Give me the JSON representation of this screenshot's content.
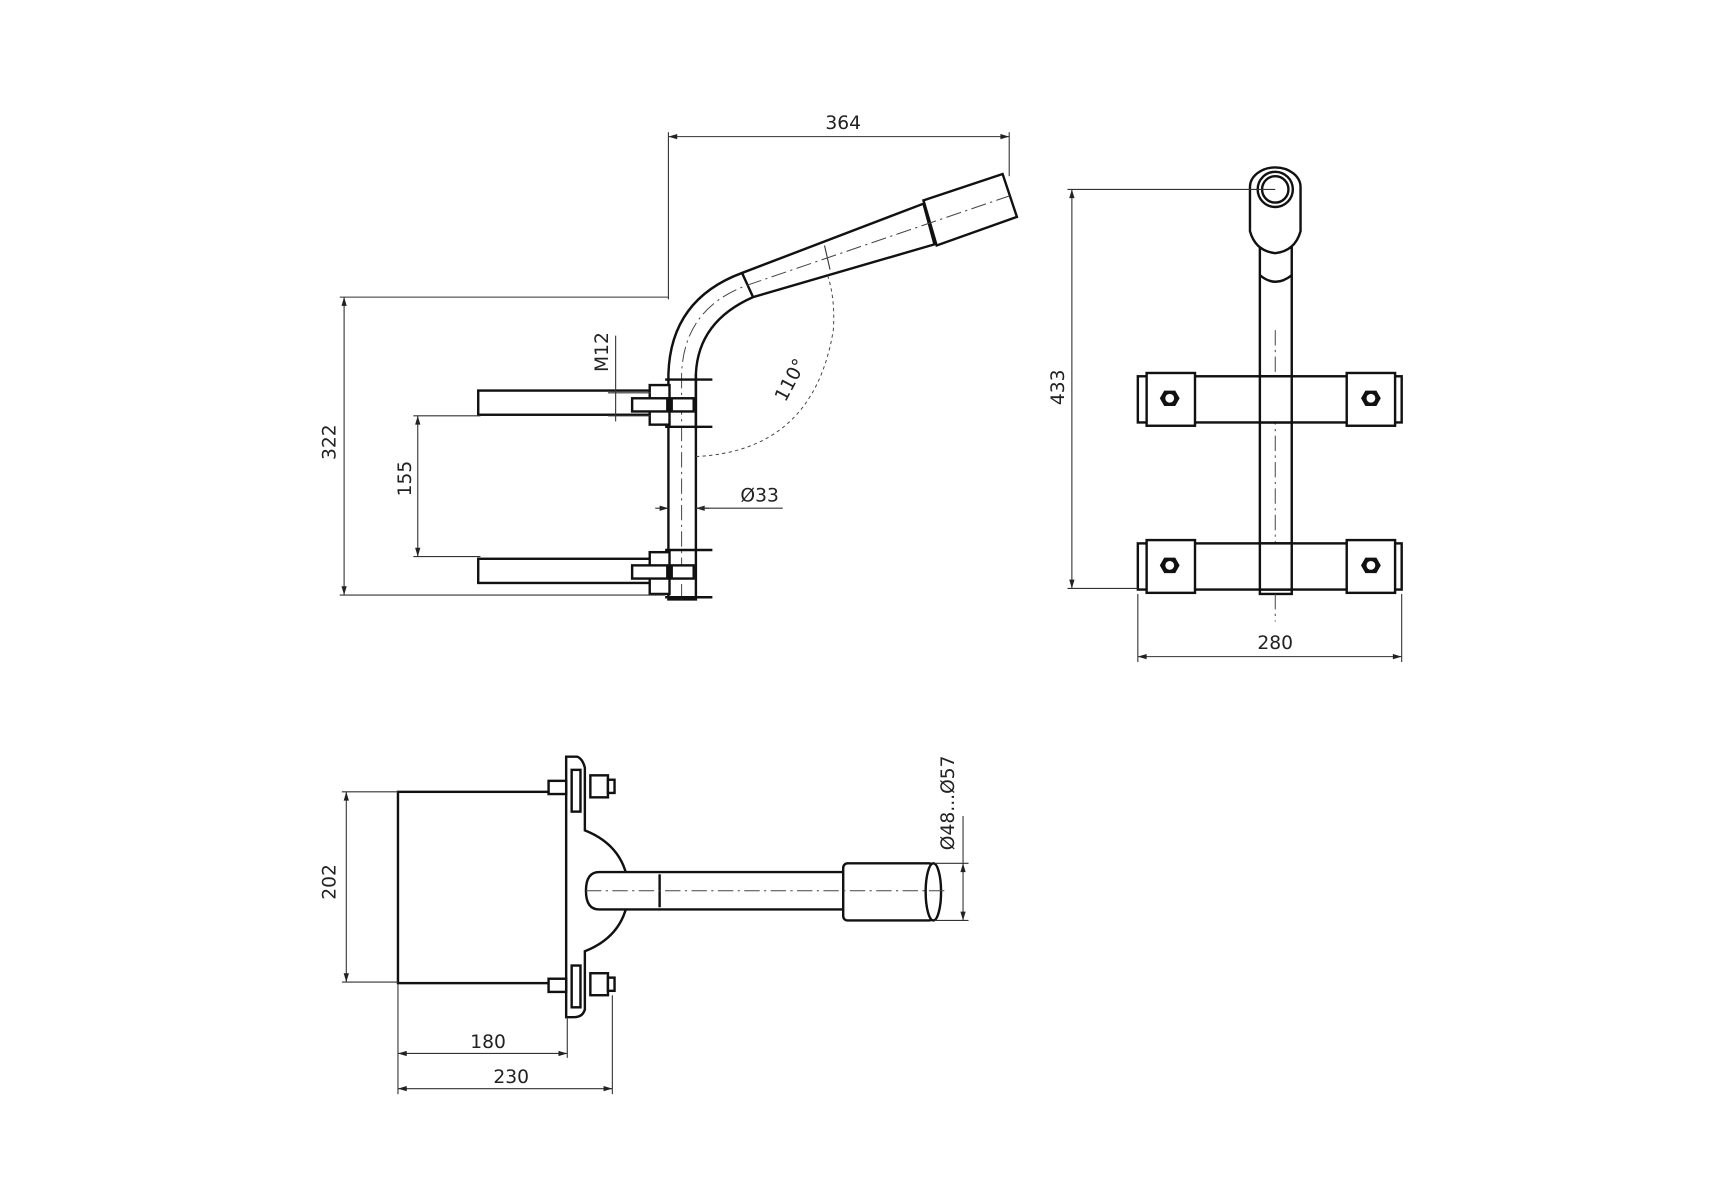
{
  "drawing": {
    "side_view": {
      "width_dim": "364",
      "height_dim": "322",
      "bracket_spacing_dim": "155",
      "bolt_dim": "M12",
      "pipe_diameter_dim": "Ø33",
      "angle_dim": "110°"
    },
    "front_view": {
      "height_dim": "433",
      "width_dim": "280"
    },
    "top_view": {
      "box_height_dim": "202",
      "depth_dim_inner": "180",
      "depth_dim_outer": "230",
      "mast_diameter_dim": "Ø48...Ø57"
    }
  }
}
